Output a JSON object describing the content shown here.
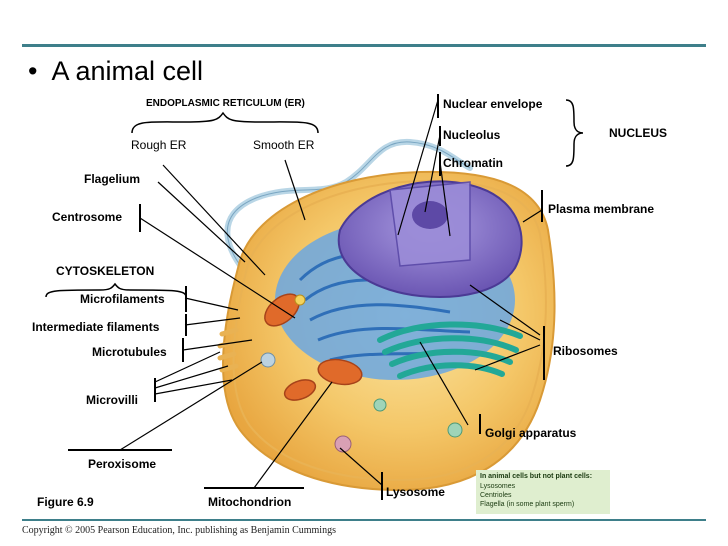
{
  "slide": {
    "bullet": "•",
    "title": "A animal cell",
    "figure": "Figure 6.9",
    "copyright": "Copyright © 2005 Pearson Education, Inc. publishing as Benjamin Cummings"
  },
  "labels": {
    "er_group": "ENDOPLASMIC RETICULUM (ER)",
    "rough_er": "Rough ER",
    "smooth_er": "Smooth ER",
    "flagelium": "Flagelium",
    "centrosome": "Centrosome",
    "cytoskeleton": "CYTOSKELETON",
    "microfilaments": "Microfilaments",
    "intermediate_filaments": "Intermediate filaments",
    "microtubules": "Microtubules",
    "microvilli": "Microvilli",
    "peroxisome": "Peroxisome",
    "mitochondrion": "Mitochondrion",
    "lysosome": "Lysosome",
    "nuclear_envelope": "Nuclear envelope",
    "nucleolus": "Nucleolus",
    "chromatin": "Chromatin",
    "nucleus": "NUCLEUS",
    "plasma_membrane": "Plasma membrane",
    "ribosomes": "Ribosomes",
    "golgi": "Golgi apparatus"
  },
  "note": {
    "heading": "In animal cells but not plant cells:",
    "items": [
      "Lysosomes",
      "Centrioles",
      "Flagella (in some plant sperm)"
    ]
  },
  "colors": {
    "rule": "#3e7f8a",
    "cytoplasm": "#f4c768",
    "nucleus": "#8c78c8",
    "er": "#4d8fd6",
    "golgi": "#2cb9a8",
    "mitochondria": "#e06a2a",
    "note_bg": "#dfeecf"
  }
}
